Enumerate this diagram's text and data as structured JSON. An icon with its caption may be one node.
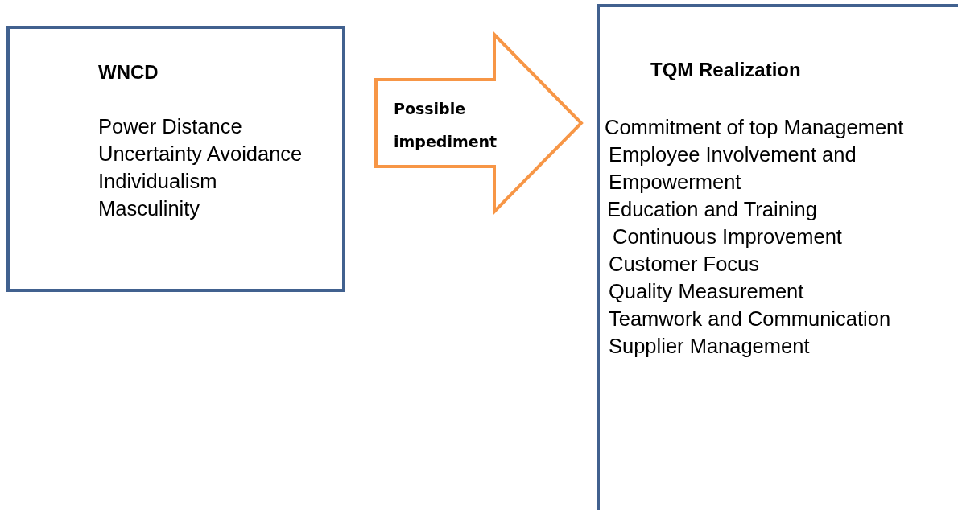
{
  "diagram": {
    "nodes": [
      {
        "text": [
          "WNCD",
          "Power Distance",
          "Uncertainty Avoidance",
          "Individualism",
          "Masculinity"
        ]
      },
      {
        "text": [
          "TQM Realization",
          "Commitment of top Management",
          "Employee Involvement and Empowerment",
          "Education and Training",
          "Continuous Improvement",
          "Customer Focus",
          "Quality Measurement",
          "Teamwork and Communication",
          "Supplier Management"
        ]
      }
    ],
    "edges": [
      {
        "from": 0,
        "to": 1,
        "arrow": "to",
        "label": "Possible impediment",
        "style": "thick"
      }
    ]
  }
}
